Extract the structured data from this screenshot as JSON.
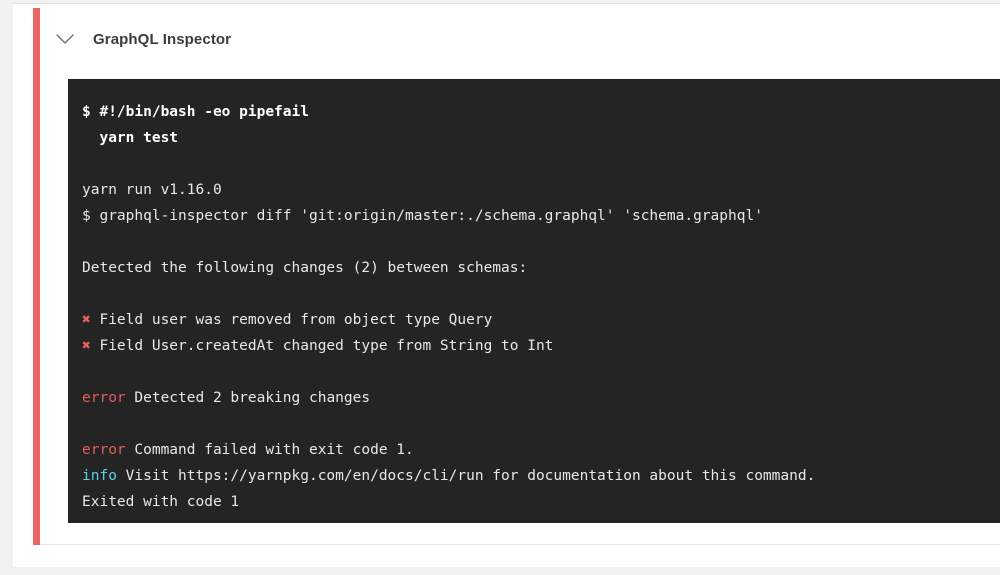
{
  "job": {
    "title": "GraphQL Inspector",
    "collapse_icon": "chevron-down-icon",
    "status_color": "#ea6662"
  },
  "terminal": {
    "background": "#242424",
    "text_color": "#e8e8e8",
    "error_color": "#e85c5c",
    "info_color": "#57d3dd",
    "mark_color": "#e8605c",
    "lines": [
      {
        "type": "command",
        "text": "$ #!/bin/bash -eo pipefail"
      },
      {
        "type": "command",
        "text": "  yarn test"
      },
      {
        "type": "blank",
        "text": ""
      },
      {
        "type": "plain",
        "text": "yarn run v1.16.0"
      },
      {
        "type": "plain",
        "text": "$ graphql-inspector diff 'git:origin/master:./schema.graphql' 'schema.graphql'"
      },
      {
        "type": "blank",
        "text": ""
      },
      {
        "type": "plain",
        "text": "Detected the following changes (2) between schemas:"
      },
      {
        "type": "blank",
        "text": ""
      },
      {
        "type": "marked",
        "mark": "✖",
        "text": " Field user was removed from object type Query"
      },
      {
        "type": "marked",
        "mark": "✖",
        "text": " Field User.createdAt changed type from String to Int"
      },
      {
        "type": "blank",
        "text": ""
      },
      {
        "type": "labeled",
        "label": "error",
        "label_kind": "error",
        "text": " Detected 2 breaking changes"
      },
      {
        "type": "blank",
        "text": ""
      },
      {
        "type": "labeled",
        "label": "error",
        "label_kind": "error",
        "text": " Command failed with exit code 1."
      },
      {
        "type": "labeled",
        "label": "info",
        "label_kind": "info",
        "text": " Visit https://yarnpkg.com/en/docs/cli/run for documentation about this command."
      },
      {
        "type": "plain",
        "text": "Exited with code 1"
      }
    ]
  }
}
